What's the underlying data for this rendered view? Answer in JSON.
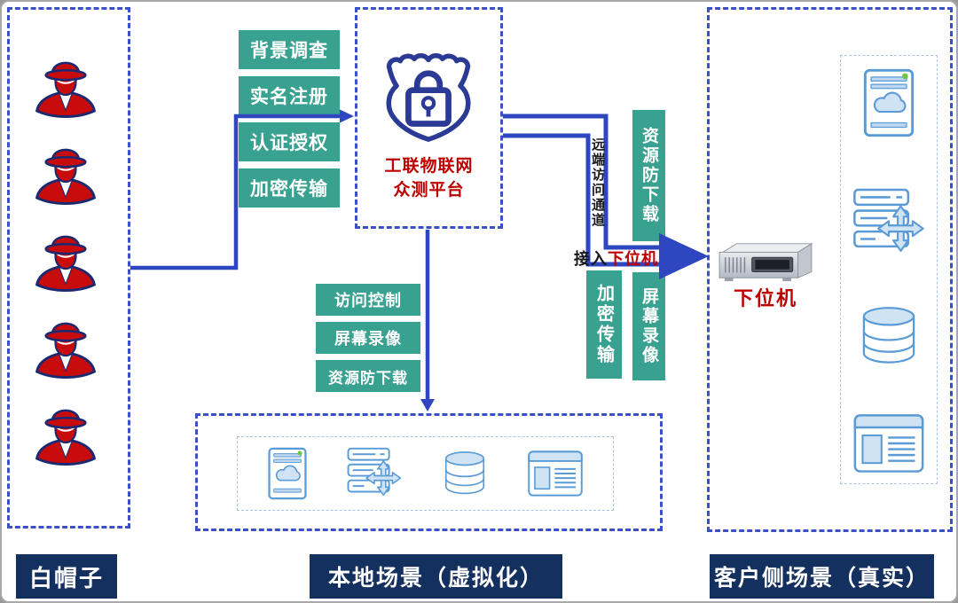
{
  "panels": {
    "white_hats": {
      "label": "白帽子",
      "hacker_count": 5
    },
    "platform_box": {
      "title_line1": "工联物联网",
      "title_line2": "众测平台"
    },
    "local": {
      "label": "本地场景（虚拟化）"
    },
    "client": {
      "label": "客户侧场景（真实）"
    }
  },
  "onboarding_controls": [
    "背景调查",
    "实名注册",
    "认证授权",
    "加密传输"
  ],
  "local_controls": [
    "访问控制",
    "屏幕录像",
    "资源防下载"
  ],
  "channel": {
    "vertical_label": "远端访问通道",
    "access_prefix": "接入",
    "access_target": "下位机",
    "control_top": "资源防下载",
    "control_left": "加密传输",
    "control_right": "屏幕录像"
  },
  "target_device": {
    "label": "下位机"
  },
  "icons": {
    "platform": "shield-lock-icon",
    "white_hat": "spy-hat-icon",
    "target_device": "industrial-pc-icon",
    "device_set": [
      "mobile-cloud-icon",
      "server-cluster-icon",
      "database-icon",
      "web-browser-icon"
    ]
  },
  "colors": {
    "accent_blue": "#2e46c0",
    "dashed_border_blue": "#3a50c4",
    "teal_green": "#39a18f",
    "navy_label": "#14305f",
    "brand_red": "#bf0000",
    "hacker_red": "#c80b0b",
    "icon_blue": "#5b9bd5"
  }
}
